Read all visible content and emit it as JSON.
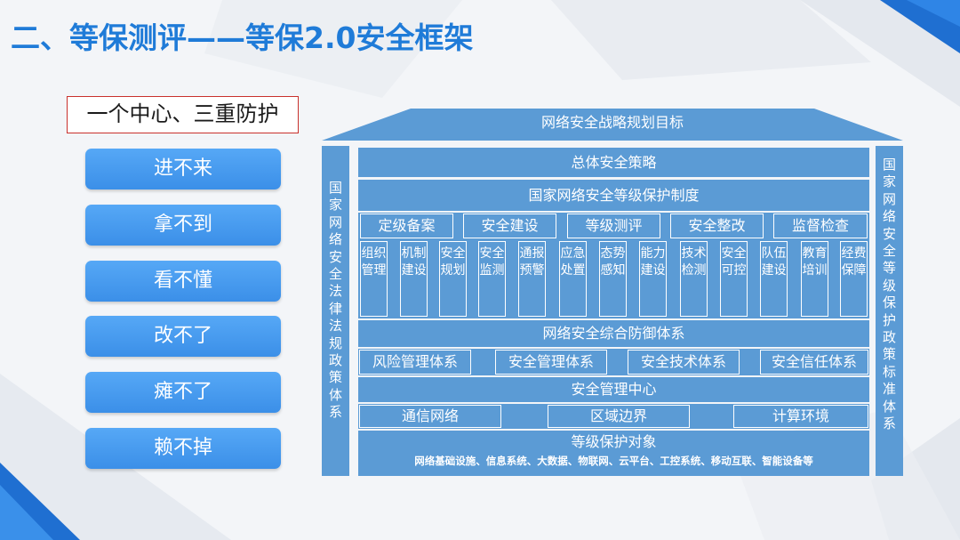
{
  "colors": {
    "title_blue": "#1f7bd8",
    "block_blue": "#5b9bd5",
    "button_blue": "#4a9cf0",
    "roof_blue": "#5b9bd5",
    "box_border_red": "#c9312c"
  },
  "header": {
    "title": "二、等保测评——等保2.0安全框架"
  },
  "left_panel": {
    "subtitle": "一个中心、三重防护",
    "goals": [
      "进不来",
      "拿不到",
      "看不懂",
      "改不了",
      "瘫不了",
      "赖不掉"
    ]
  },
  "framework": {
    "roof": "网络安全战略规划目标",
    "left_pillar": "国家网络安全法律法规政策体系",
    "right_pillar": "国家网络安全等级保护政策标准体系",
    "overall_policy": "总体安全策略",
    "protection_system": "国家网络安全等级保护制度",
    "processes": [
      "定级备案",
      "安全建设",
      "等级测评",
      "安全整改",
      "监督检查"
    ],
    "measures": [
      "组织管理",
      "机制建设",
      "安全规划",
      "安全监测",
      "通报预警",
      "应急处置",
      "态势感知",
      "能力建设",
      "技术检测",
      "安全可控",
      "队伍建设",
      "教育培训",
      "经费保障"
    ],
    "defense_system": "网络安全综合防御体系",
    "sub_systems": [
      "风险管理体系",
      "安全管理体系",
      "安全技术体系",
      "安全信任体系"
    ],
    "management_center": "安全管理中心",
    "layers": [
      "通信网络",
      "区域边界",
      "计算环境"
    ],
    "protected_object": {
      "title": "等级保护对象",
      "detail": "网络基础设施、信息系统、大数据、物联网、云平台、工控系统、移动互联、智能设备等"
    }
  }
}
